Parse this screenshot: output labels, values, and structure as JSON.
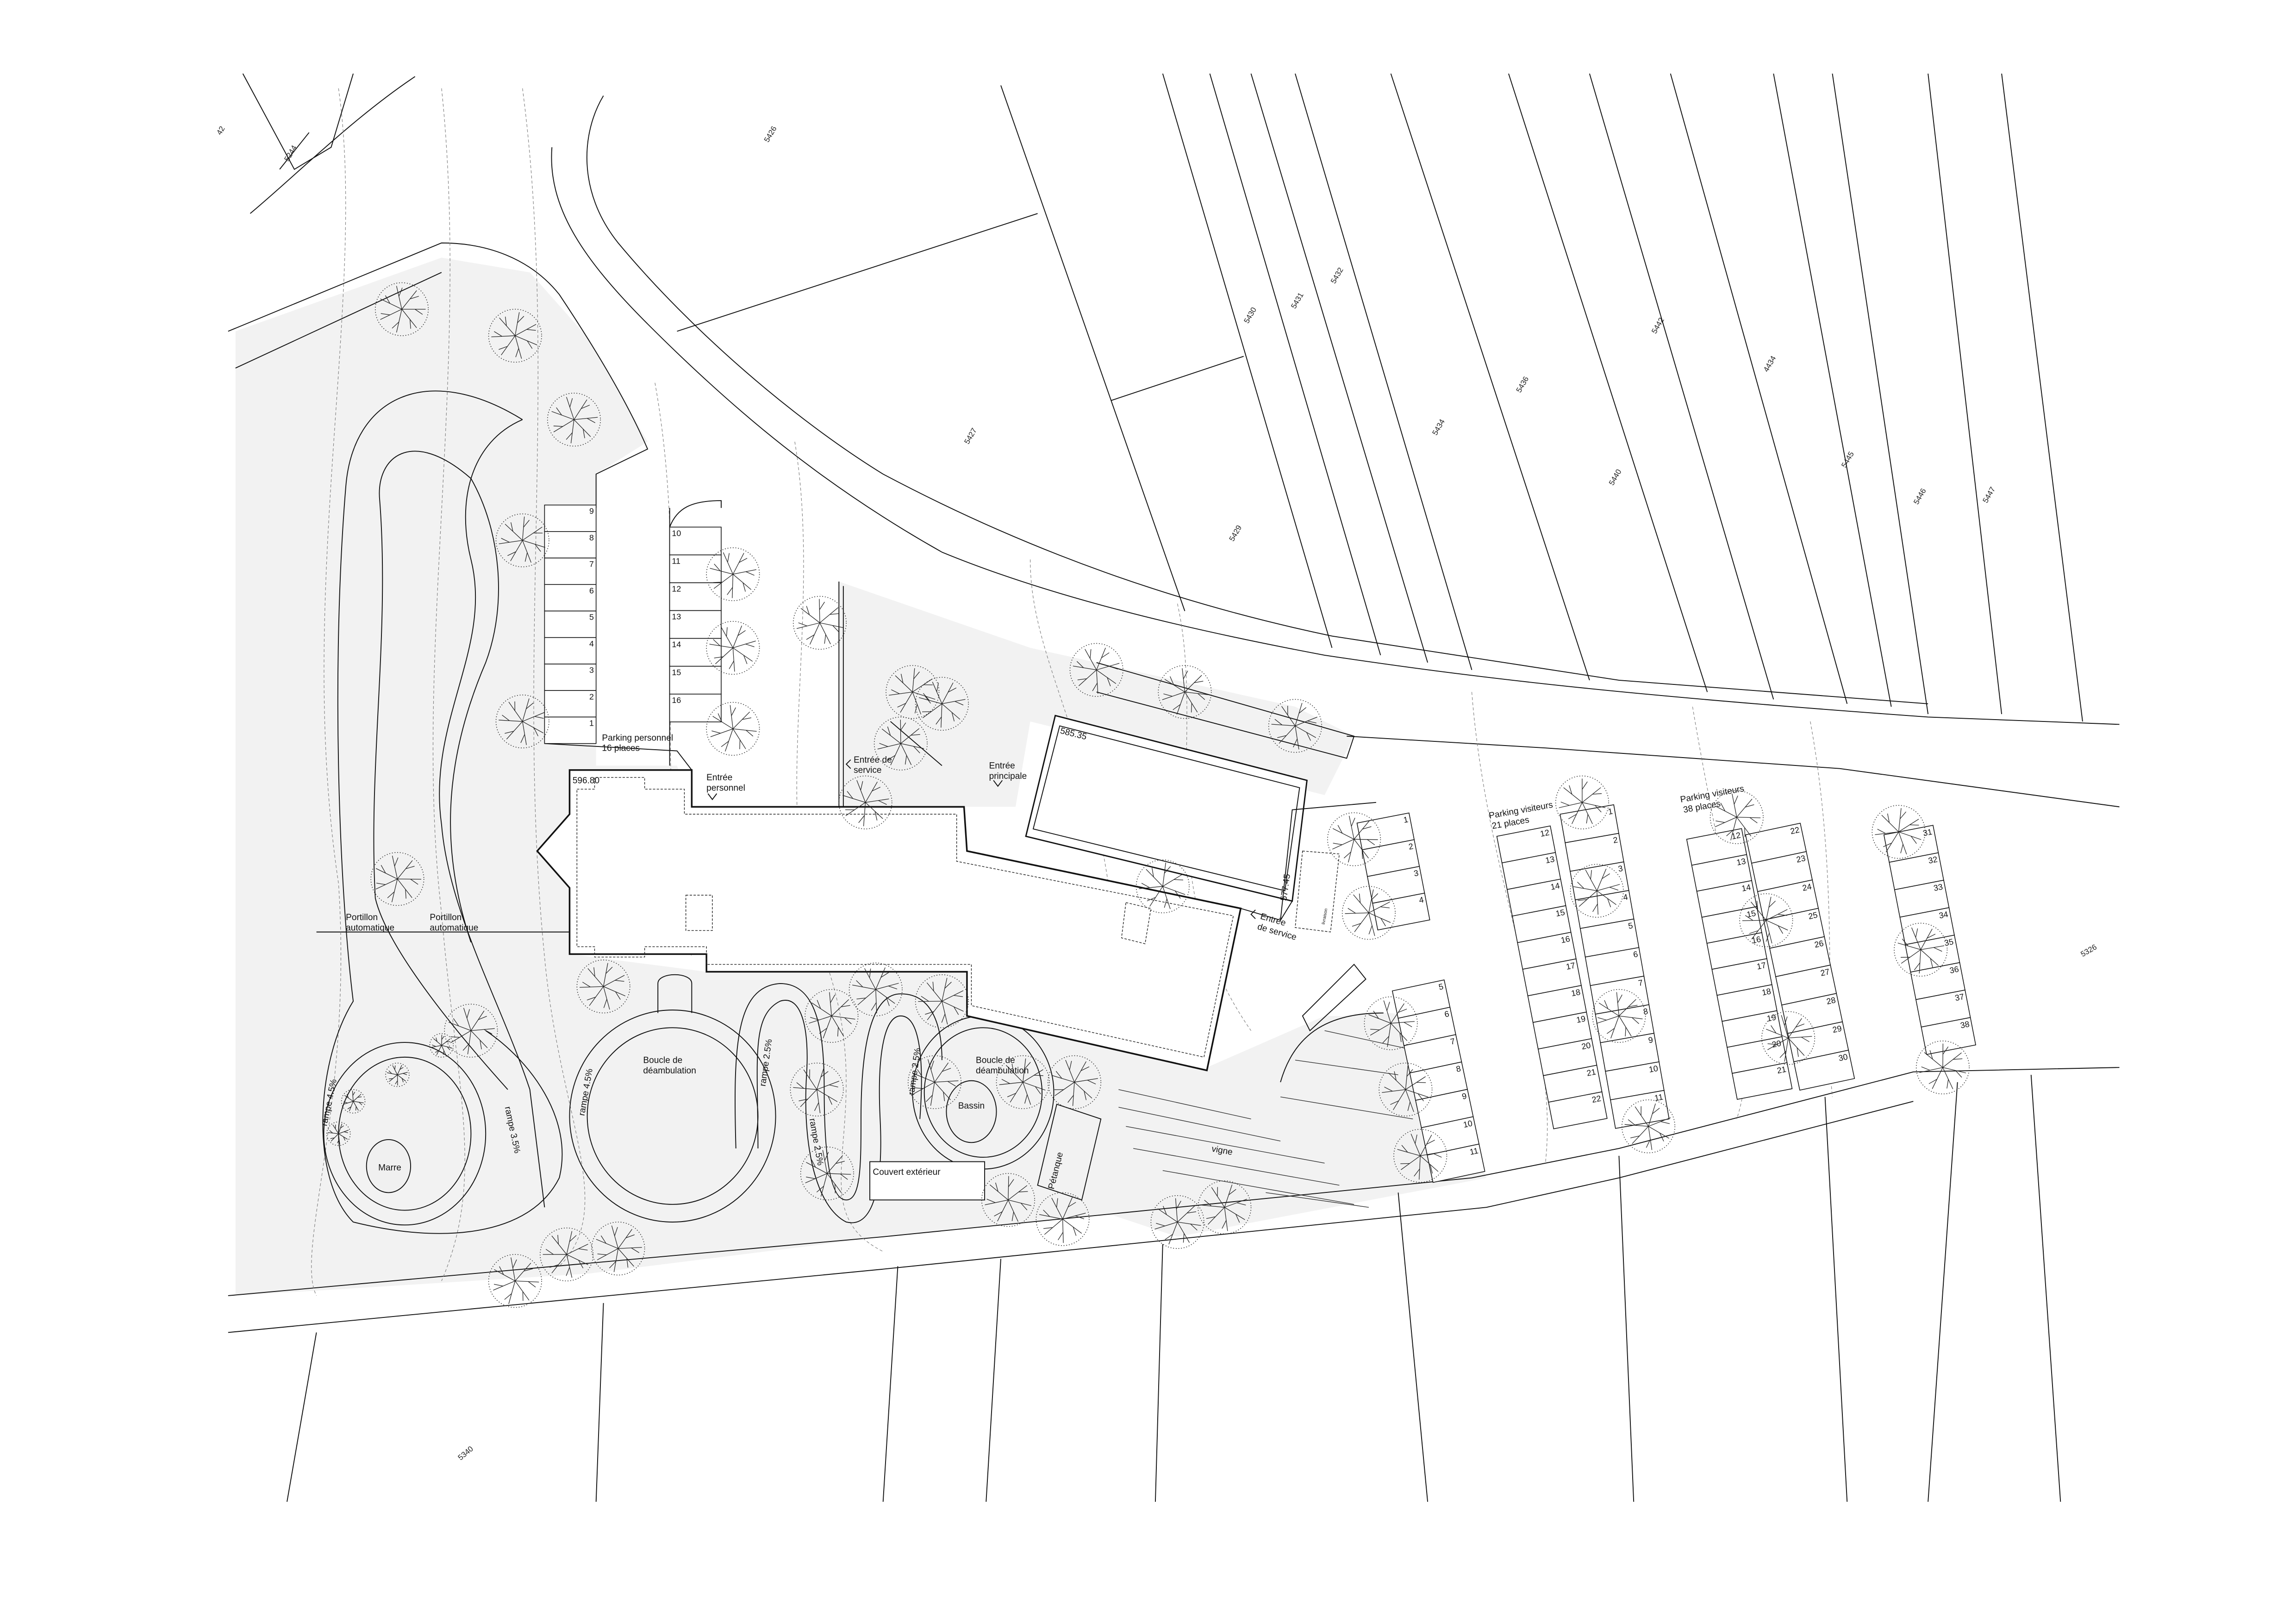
{
  "plan": {
    "levels": {
      "main_building": "596.80",
      "annex": "585.35",
      "service_level": "577.45"
    },
    "labels": {
      "parking_staff_l1": "Parking personnel",
      "parking_staff_l2": "16 places",
      "staff_entrance_l1": "Entrée",
      "staff_entrance_l2": "personnel",
      "service_entrance_1_l1": "Entrée de",
      "service_entrance_1_l2": "service",
      "main_entrance_l1": "Entrée",
      "main_entrance_l2": "principale",
      "service_entrance_2_l1": "Entrée",
      "service_entrance_2_l2": "de service",
      "delivery": "livraison",
      "gate_1_l1": "Portillon",
      "gate_1_l2": "automatique",
      "gate_2_l1": "Portillon",
      "gate_2_l2": "automatique",
      "loop_1_l1": "Boucle de",
      "loop_1_l2": "déambulation",
      "loop_2_l1": "Boucle de",
      "loop_2_l2": "déambulation",
      "pond": "Marre",
      "basin": "Bassin",
      "covered_area": "Couvert extérieur",
      "petanque": "Pétanque",
      "vineyard": "vigne",
      "ramp_a": "rampe 4.5%",
      "ramp_b": "rampe 3.5%",
      "ramp_c": "rampe 4.5%",
      "ramp_d": "rampe 2.5%",
      "ramp_e": "rampe 2.5%",
      "ramp_f": "rampe 2.5%",
      "parking_visitors_1_l1": "Parking visiteurs",
      "parking_visitors_1_l2": "21 places",
      "parking_visitors_2_l1": "Parking visiteurs",
      "parking_visitors_2_l2": "38 places"
    },
    "parcels": {
      "p5242": "42",
      "p5244": "5244",
      "p5426": "5426",
      "p5427": "5427",
      "p5429": "5429",
      "p5430": "5430",
      "p5431": "5431",
      "p5432": "5432",
      "p5434": "5434",
      "p5436": "5436",
      "p5440": "5440",
      "p5442": "5442",
      "p4434": "4434",
      "p5445": "5445",
      "p5446": "5446",
      "p5447": "5447",
      "p5326": "5326",
      "p5340": "5340"
    },
    "parking": {
      "staff_a": [
        "9",
        "8",
        "7",
        "6",
        "5",
        "4",
        "3",
        "2",
        "1"
      ],
      "staff_b": [
        "10",
        "11",
        "12",
        "13",
        "14",
        "15",
        "16"
      ],
      "service_a": [
        "1",
        "2",
        "3",
        "4"
      ],
      "service_b": [
        "5",
        "6",
        "7",
        "8",
        "9",
        "10",
        "11"
      ],
      "visitors_a": [
        "12",
        "13",
        "14",
        "15",
        "16",
        "17",
        "18",
        "19",
        "20",
        "21",
        "22"
      ],
      "visitors_b": [
        "1",
        "2",
        "3",
        "4",
        "5",
        "6",
        "7",
        "8",
        "9",
        "10",
        "11"
      ],
      "visitors_c": [
        "12",
        "13",
        "14",
        "15",
        "16",
        "17",
        "18",
        "19",
        "20",
        "21"
      ],
      "visitors_d": [
        "22",
        "23",
        "24",
        "25",
        "26",
        "27",
        "28",
        "29",
        "30"
      ],
      "visitors_e": [
        "31",
        "32",
        "33",
        "34",
        "35",
        "36",
        "37",
        "38"
      ]
    }
  }
}
